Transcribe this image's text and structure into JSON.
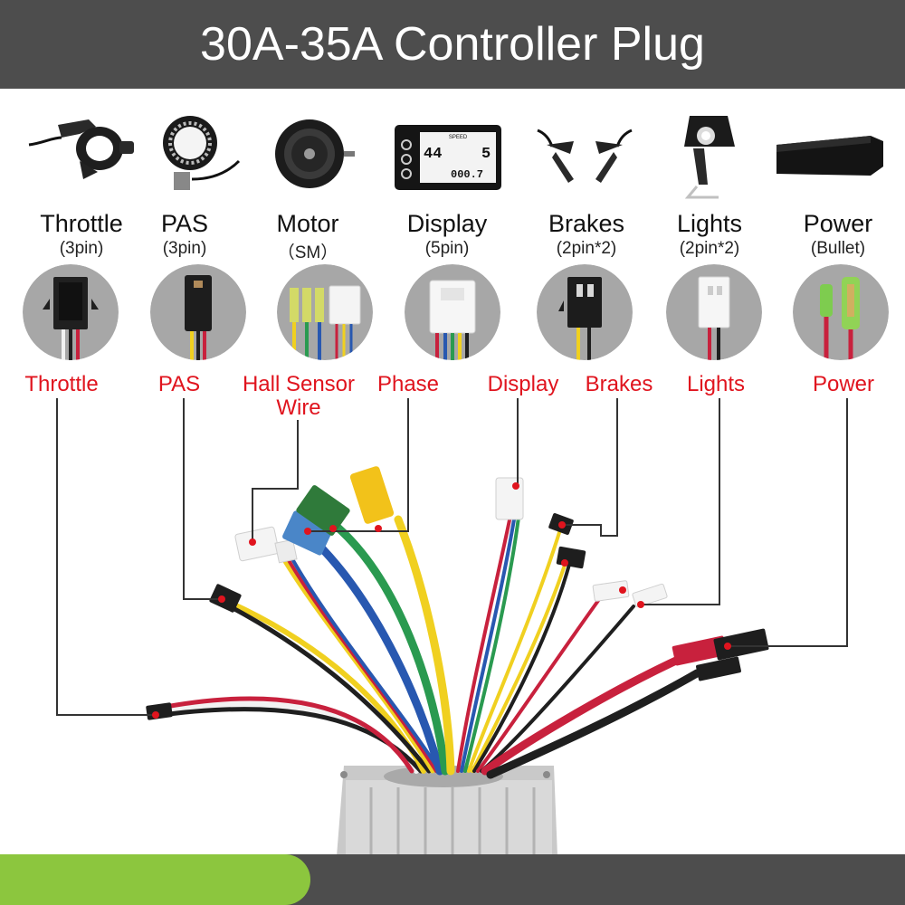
{
  "header": {
    "title": "30A-35A Controller Plug"
  },
  "components": [
    {
      "key": "throttle",
      "name": "Throttle",
      "spec": "(3pin)",
      "label": "Throttle",
      "icon": "thumb-throttle-icon"
    },
    {
      "key": "pas",
      "name": "PAS",
      "spec": "(3pin)",
      "label": "PAS",
      "icon": "pas-sensor-disc-icon"
    },
    {
      "key": "motor",
      "name": "Motor",
      "spec": "（SM）",
      "label": "Hall Sensor\nWire",
      "icon": "hub-motor-icon"
    },
    {
      "key": "display",
      "name": "Display",
      "spec": "(5pin)",
      "label": "Phase",
      "icon": "lcd-display-icon"
    },
    {
      "key": "brakes",
      "name": "Brakes",
      "spec": "(2pin*2)",
      "label": "Display",
      "icon": "brake-levers-icon"
    },
    {
      "key": "lights",
      "name": "Lights",
      "spec": "(2pin*2)",
      "label": "Brakes",
      "icon": "headlight-icon"
    },
    {
      "key": "power",
      "name": "Power",
      "spec": "(Bullet)",
      "label": "Lights",
      "icon": "battery-icon"
    }
  ],
  "extra_label": "Power",
  "display_screen": {
    "speed_label": "SPEED",
    "speed_value": "44",
    "gear_value": "5",
    "odo_value": "000.7"
  },
  "colors": {
    "header_bg": "#4d4d4d",
    "header_text": "#ffffff",
    "label_red": "#e0141e",
    "leader_line": "#333333",
    "footer_green": "#8cc63e",
    "wire_red": "#c8213d",
    "wire_black": "#1f1f1f",
    "wire_yellow": "#f0d020",
    "wire_green": "#2a9a50",
    "wire_blue": "#2858b0",
    "wire_white": "#f2f2f2"
  }
}
